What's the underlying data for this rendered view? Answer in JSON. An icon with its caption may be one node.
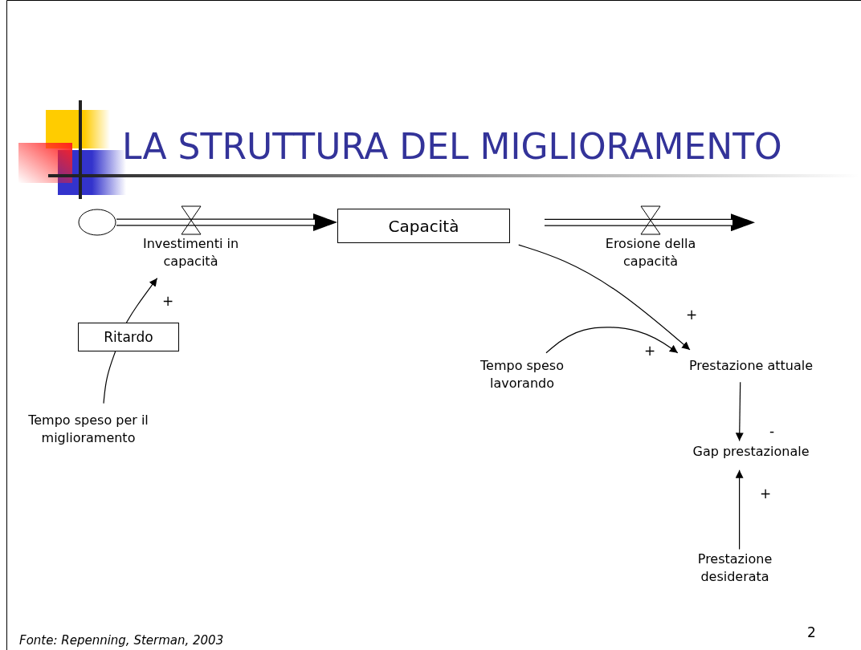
{
  "diagram": {
    "title": "LA STRUTTURA DEL MIGLIORAMENTO",
    "caption": "Fonte: Repenning, Sterman, 2003",
    "nodes": [
      {
        "text": [],
        "shape": "circle"
      },
      {
        "text": [
          "Investimenti in capacità"
        ]
      },
      {
        "text": [
          "Capacità"
        ]
      },
      {
        "text": [
          "Erosione della capacità"
        ]
      },
      {
        "text": [
          "Ritardo"
        ]
      },
      {
        "text": [
          "Tempo speso per il miglioramento"
        ]
      },
      {
        "text": [
          "Tempo speso lavorando"
        ]
      },
      {
        "text": [
          "Prestazione attuale"
        ]
      },
      {
        "text": [
          "Gap prestazionale"
        ]
      },
      {
        "text": [
          "Prestazione desiderata"
        ]
      }
    ],
    "edges": [
      {
        "from": 0,
        "to": 2,
        "arrow": "to",
        "style": "thick"
      },
      {
        "from": 2,
        "to": null,
        "arrow": "to",
        "style": "thick"
      },
      {
        "from": 4,
        "to": 1,
        "arrow": "to",
        "label": "+"
      },
      {
        "from": 5,
        "to": 4,
        "arrow": "none"
      },
      {
        "from": 2,
        "to": 7,
        "arrow": "to",
        "label": "+"
      },
      {
        "from": 6,
        "to": 7,
        "arrow": "to",
        "label": "+"
      },
      {
        "from": 7,
        "to": 8,
        "arrow": "to",
        "label": "-"
      },
      {
        "from": 9,
        "to": 8,
        "arrow": "to",
        "label": "+"
      }
    ],
    "labels": [
      "2"
    ]
  }
}
